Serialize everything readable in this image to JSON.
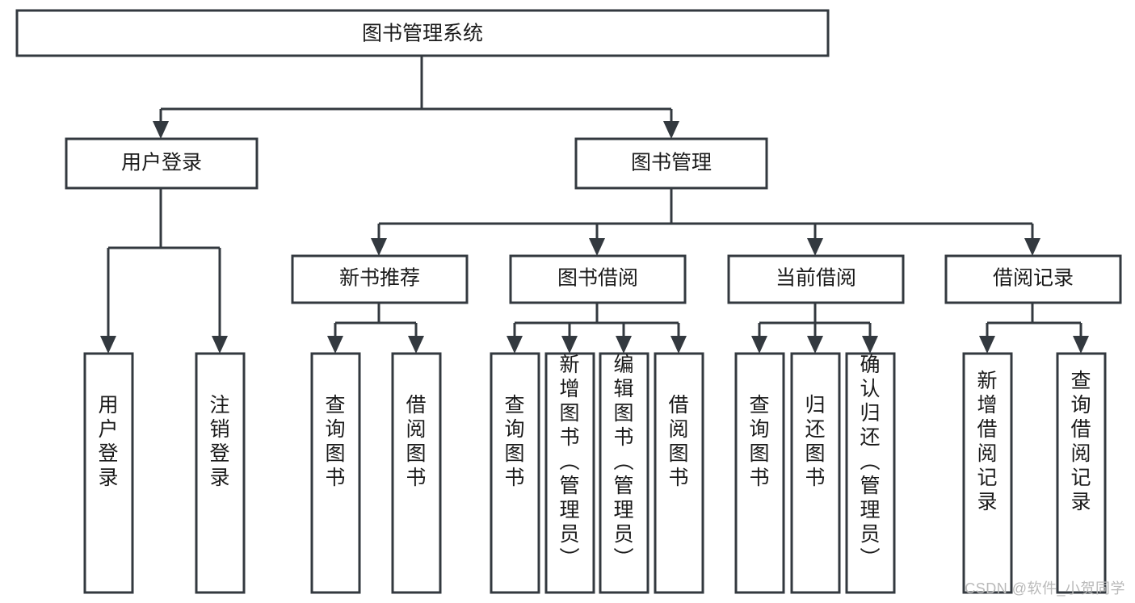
{
  "diagram": {
    "type": "tree-hierarchy",
    "title": "图书管理系统",
    "watermark": "CSDN @软件_小贺同学",
    "colors": {
      "stroke": "#33393f",
      "fill": "#ffffff",
      "text": "#1a1a1a",
      "watermark": "#b9b9b9",
      "background": "#ffffff"
    },
    "levels": {
      "root": {
        "label": "图书管理系统"
      },
      "level2": [
        {
          "id": "user-login",
          "label": "用户登录"
        },
        {
          "id": "book-management",
          "label": "图书管理"
        }
      ],
      "level3": [
        {
          "id": "new-book-recommend",
          "label": "新书推荐"
        },
        {
          "id": "book-borrow",
          "label": "图书借阅"
        },
        {
          "id": "current-borrow",
          "label": "当前借阅"
        },
        {
          "id": "borrow-record",
          "label": "借阅记录"
        }
      ],
      "leaves": [
        {
          "id": "leaf-user-login",
          "label": "用户登录",
          "parent": "user-login"
        },
        {
          "id": "leaf-logout-login",
          "label": "注销登录",
          "parent": "user-login"
        },
        {
          "id": "leaf-query-book-1",
          "label": "查询图书",
          "parent": "new-book-recommend"
        },
        {
          "id": "leaf-borrow-book-1",
          "label": "借阅图书",
          "parent": "new-book-recommend"
        },
        {
          "id": "leaf-query-book-2",
          "label": "查询图书",
          "parent": "book-borrow"
        },
        {
          "id": "leaf-add-book",
          "label": "新增图书（管理员）",
          "parent": "book-borrow"
        },
        {
          "id": "leaf-edit-book",
          "label": "编辑图书（管理员）",
          "parent": "book-borrow"
        },
        {
          "id": "leaf-borrow-book-2",
          "label": "借阅图书",
          "parent": "book-borrow"
        },
        {
          "id": "leaf-query-book-3",
          "label": "查询图书",
          "parent": "current-borrow"
        },
        {
          "id": "leaf-return-book",
          "label": "归还图书",
          "parent": "current-borrow"
        },
        {
          "id": "leaf-confirm-return",
          "label": "确认归还（管理员）",
          "parent": "current-borrow"
        },
        {
          "id": "leaf-add-record",
          "label": "新增借阅记录",
          "parent": "borrow-record"
        },
        {
          "id": "leaf-query-record",
          "label": "查询借阅记录",
          "parent": "borrow-record"
        }
      ]
    }
  }
}
